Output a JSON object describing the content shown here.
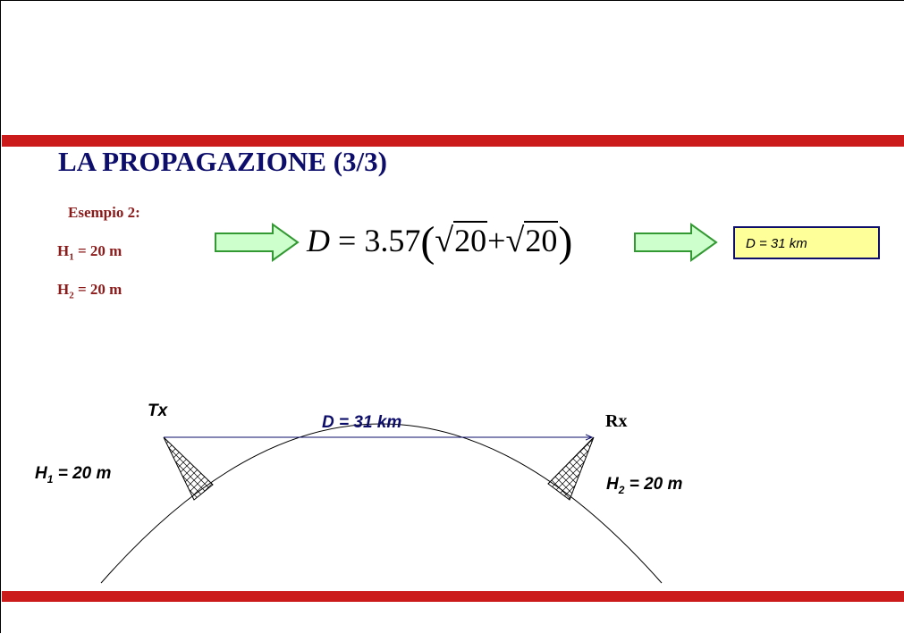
{
  "slide": {
    "title": "LA PROPAGAZIONE (3/3)",
    "example": {
      "label": "Esempio 2:",
      "h1_var": "H",
      "h1_sub": "1",
      "h1_value": " = 20 m",
      "h2_var": "H",
      "h2_sub": "2",
      "h2_value": " = 20 m"
    },
    "formula": {
      "lhs": "D",
      "equals": " = ",
      "coefficient": "3.57",
      "term1": "20",
      "plus": "+",
      "term2": "20"
    },
    "result": "D = 31 km",
    "diagram": {
      "tx_label": "Tx",
      "rx_label": "Rx",
      "distance_label": "D = 31 km",
      "h1_var": "H",
      "h1_sub": "1",
      "h1_value": " = 20 m",
      "h2_var": "H",
      "h2_sub": "2",
      "h2_value": " = 20 m"
    },
    "colors": {
      "accent_bar": "#cc1b1b",
      "title": "#0d0d6b",
      "example_text": "#8b1a1a",
      "arrow_fill": "#ccffcc",
      "arrow_stroke": "#339933",
      "result_fill": "#ffff99"
    }
  }
}
